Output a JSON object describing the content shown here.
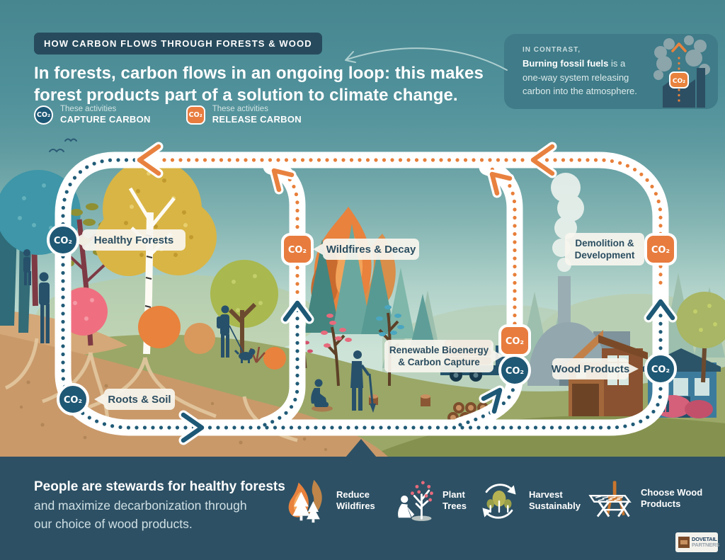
{
  "title_badge": "HOW CARBON FLOWS THROUGH FORESTS & WOOD",
  "headline": "In forests, carbon flows in an ongoing loop: this makes forest products part of a solution to climate change.",
  "legend": {
    "capture": {
      "symbol": "CO₂",
      "line1": "These activities",
      "line2": "CAPTURE CARBON"
    },
    "release": {
      "symbol": "CO₂",
      "line1": "These activities",
      "line2": "RELEASE CARBON"
    }
  },
  "contrast_callout": {
    "kicker": "IN CONTRAST,",
    "emphasis": "Burning fossil fuels",
    "text": " is a one-way system releasing carbon into the atmosphere.",
    "co2": "CO₂"
  },
  "diagram": {
    "co2": "CO₂",
    "healthy_forests": {
      "label": "Healthy Forests"
    },
    "wildfires_decay": {
      "label": "Wildfires & Decay"
    },
    "demolition": {
      "line1": "Demolition &",
      "line2": "Development"
    },
    "bioenergy": {
      "line1": "Renewable Bioenergy",
      "line2": "& Carbon Capture"
    },
    "wood_products": {
      "label": "Wood Products"
    },
    "roots_soil": {
      "label": "Roots & Soil"
    }
  },
  "footer": {
    "statement": {
      "line1": "People are stewards for healthy forests",
      "line2": "and maximize decarbonization through",
      "line3": "our choice of wood products."
    },
    "actions": [
      {
        "line1": "Reduce",
        "line2": "Wildfires"
      },
      {
        "line1": "Plant",
        "line2": "Trees"
      },
      {
        "line1": "Harvest",
        "line2": "Sustainably"
      },
      {
        "line1": "Choose Wood",
        "line2": "Products"
      }
    ],
    "logo": {
      "line1": "DOVETAIL",
      "line2": "PARTNERS"
    }
  },
  "colors": {
    "capture_blue": "#1d5876",
    "release_orange": "#e87c3e",
    "slate": "#2d5064",
    "teal_background": "#4e8e98",
    "label_pill": "#f7f5ee"
  }
}
